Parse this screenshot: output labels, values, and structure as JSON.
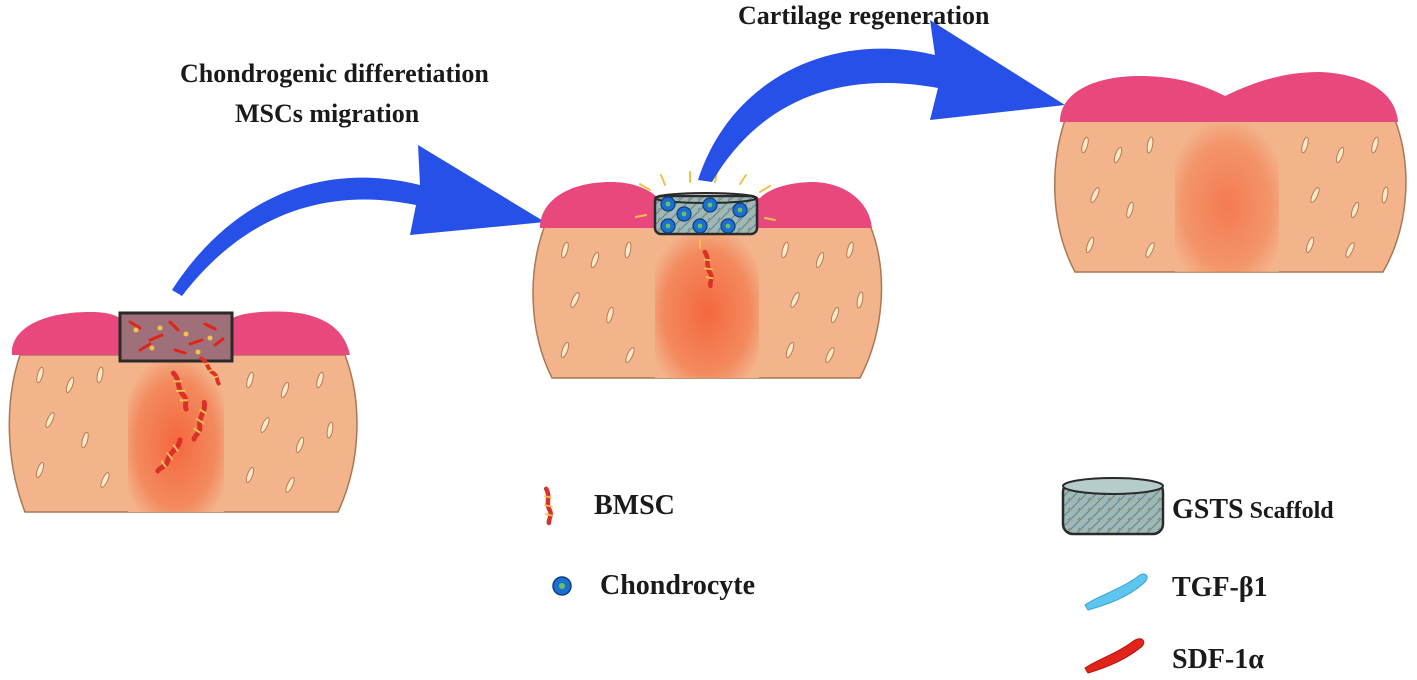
{
  "labels": {
    "step1_line1": "Chondrogenic differetiation",
    "step1_line2": "MSCs migration",
    "step2": "Cartilage regeneration"
  },
  "legend": {
    "bmsc": "BMSC",
    "chondrocyte": "Chondrocyte",
    "scaffold_prefix": "GSTS",
    "scaffold_suffix": " Scaffold",
    "tgf": "TGF-β1",
    "sdf": "SDF-1α"
  },
  "colors": {
    "bone": "#f3b48c",
    "cartilage": "#e8487c",
    "marrow": "#f3764e",
    "arrow": "#2750e8",
    "bmsc": "#d9302a",
    "chondrocyte": "#1a6fd0",
    "tgf": "#5cc6ee",
    "sdf": "#e2231a"
  }
}
